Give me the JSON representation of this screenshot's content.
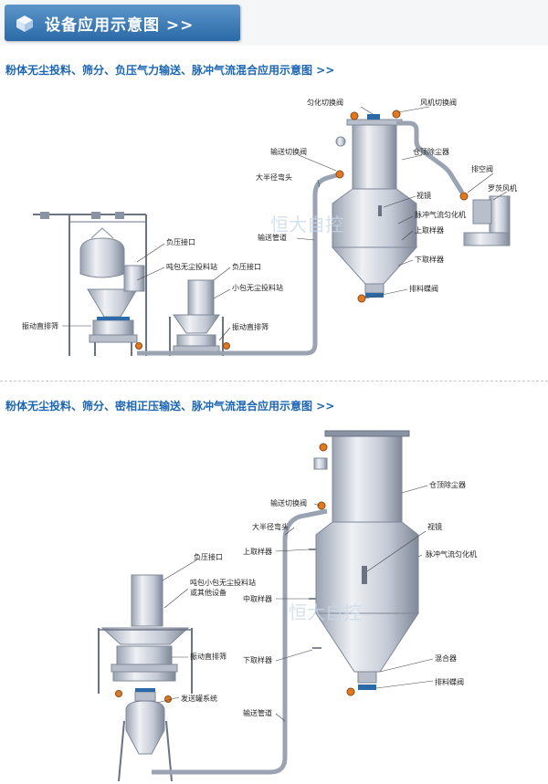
{
  "banner": {
    "title": "设备应用示意图 >>",
    "accent": "#2a6aa8"
  },
  "section1": {
    "title": "粉体无尘投料、筛分、负压气力输送、脉冲气流混合应用示意图 >>",
    "labels": {
      "homogenize_valve": "匀化切换阀",
      "fan_valve": "风机切换阀",
      "convey_valve": "输送切换阀",
      "dust_collector": "仓顶除尘器",
      "bend": "大半径弯头",
      "vent_valve": "排空阀",
      "roots_blower": "罗茨风机",
      "sight_glass": "视镜",
      "pulse_mixer": "脉冲气流匀化机",
      "upper_sampler": "上取样器",
      "pipe": "输送管道",
      "lower_sampler": "下取样器",
      "discharge_valve": "排料蝶阀",
      "neg_port_1": "负压接口",
      "ton_bag_station": "吨包无尘投料站",
      "neg_port_2": "负压接口",
      "small_bag_station": "小包无尘投料站",
      "screen_1": "振动直排筛",
      "screen_2": "振动直排筛"
    },
    "watermark": "恒大自控"
  },
  "section2": {
    "title": "粉体无尘投料、筛分、密相正压输送、脉冲气流混合应用示意图 >>",
    "labels": {
      "dust_collector": "仓顶除尘器",
      "convey_valve": "输送切换阀",
      "bend": "大半径弯头",
      "sight_glass": "视镜",
      "upper_sampler": "上取样器",
      "pulse_mixer": "脉冲气流匀化机",
      "neg_port": "负压接口",
      "station_line1": "吨包小包无尘投料站",
      "station_line2": "或其他设备",
      "middle_sampler": "中取样器",
      "screen": "振动直排筛",
      "lower_sampler": "下取样器",
      "mixer": "混合器",
      "send_tank": "发送罐系统",
      "discharge_valve": "排料蝶阀",
      "pipe": "输送管道"
    },
    "watermark": "恒大自控"
  },
  "colors": {
    "title_blue": "#1d66b3",
    "valve_orange": "#e07a22",
    "metal": "#cfd5df",
    "metal_dark": "#8a93a3"
  }
}
